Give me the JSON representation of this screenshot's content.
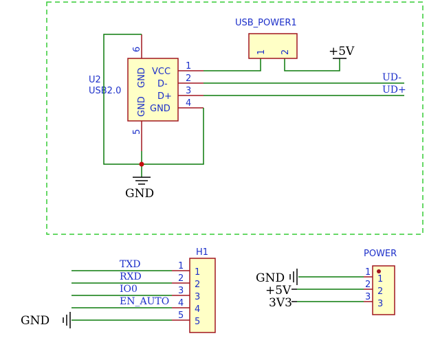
{
  "u2": {
    "designator": "U2",
    "value": "USB2.0",
    "pins_right": [
      {
        "label": "VCC",
        "num": "1"
      },
      {
        "label": "D-",
        "num": "2"
      },
      {
        "label": "D+",
        "num": "3"
      },
      {
        "label": "GND",
        "num": "4"
      }
    ],
    "pin_top": {
      "label": "GND",
      "num": "6"
    },
    "pin_bottom": {
      "label": "GND",
      "num": "5"
    }
  },
  "usb_power": {
    "name": "USB_POWER1",
    "pin1": "1",
    "pin2": "2"
  },
  "nets_top": {
    "vcc5": "+5V",
    "ud_minus": "UD-",
    "ud_plus": "UD+",
    "gnd": "GND"
  },
  "h1": {
    "name": "H1",
    "pins": [
      {
        "net": "TXD",
        "num": "1"
      },
      {
        "net": "RXD",
        "num": "2"
      },
      {
        "net": "IO0",
        "num": "3"
      },
      {
        "net": "EN_AUTO",
        "num": "4"
      },
      {
        "net": "",
        "num": "5"
      }
    ],
    "gnd": "GND"
  },
  "power": {
    "name": "POWER",
    "pins": [
      {
        "net": "GND",
        "num": "1"
      },
      {
        "net": "+5V",
        "num": "2"
      },
      {
        "net": "3V3",
        "num": "3"
      }
    ]
  },
  "colors": {
    "wire": "#0a7a0a",
    "component": "#a0151e",
    "text": "#1c2fc9",
    "boundary": "#33cc33"
  }
}
